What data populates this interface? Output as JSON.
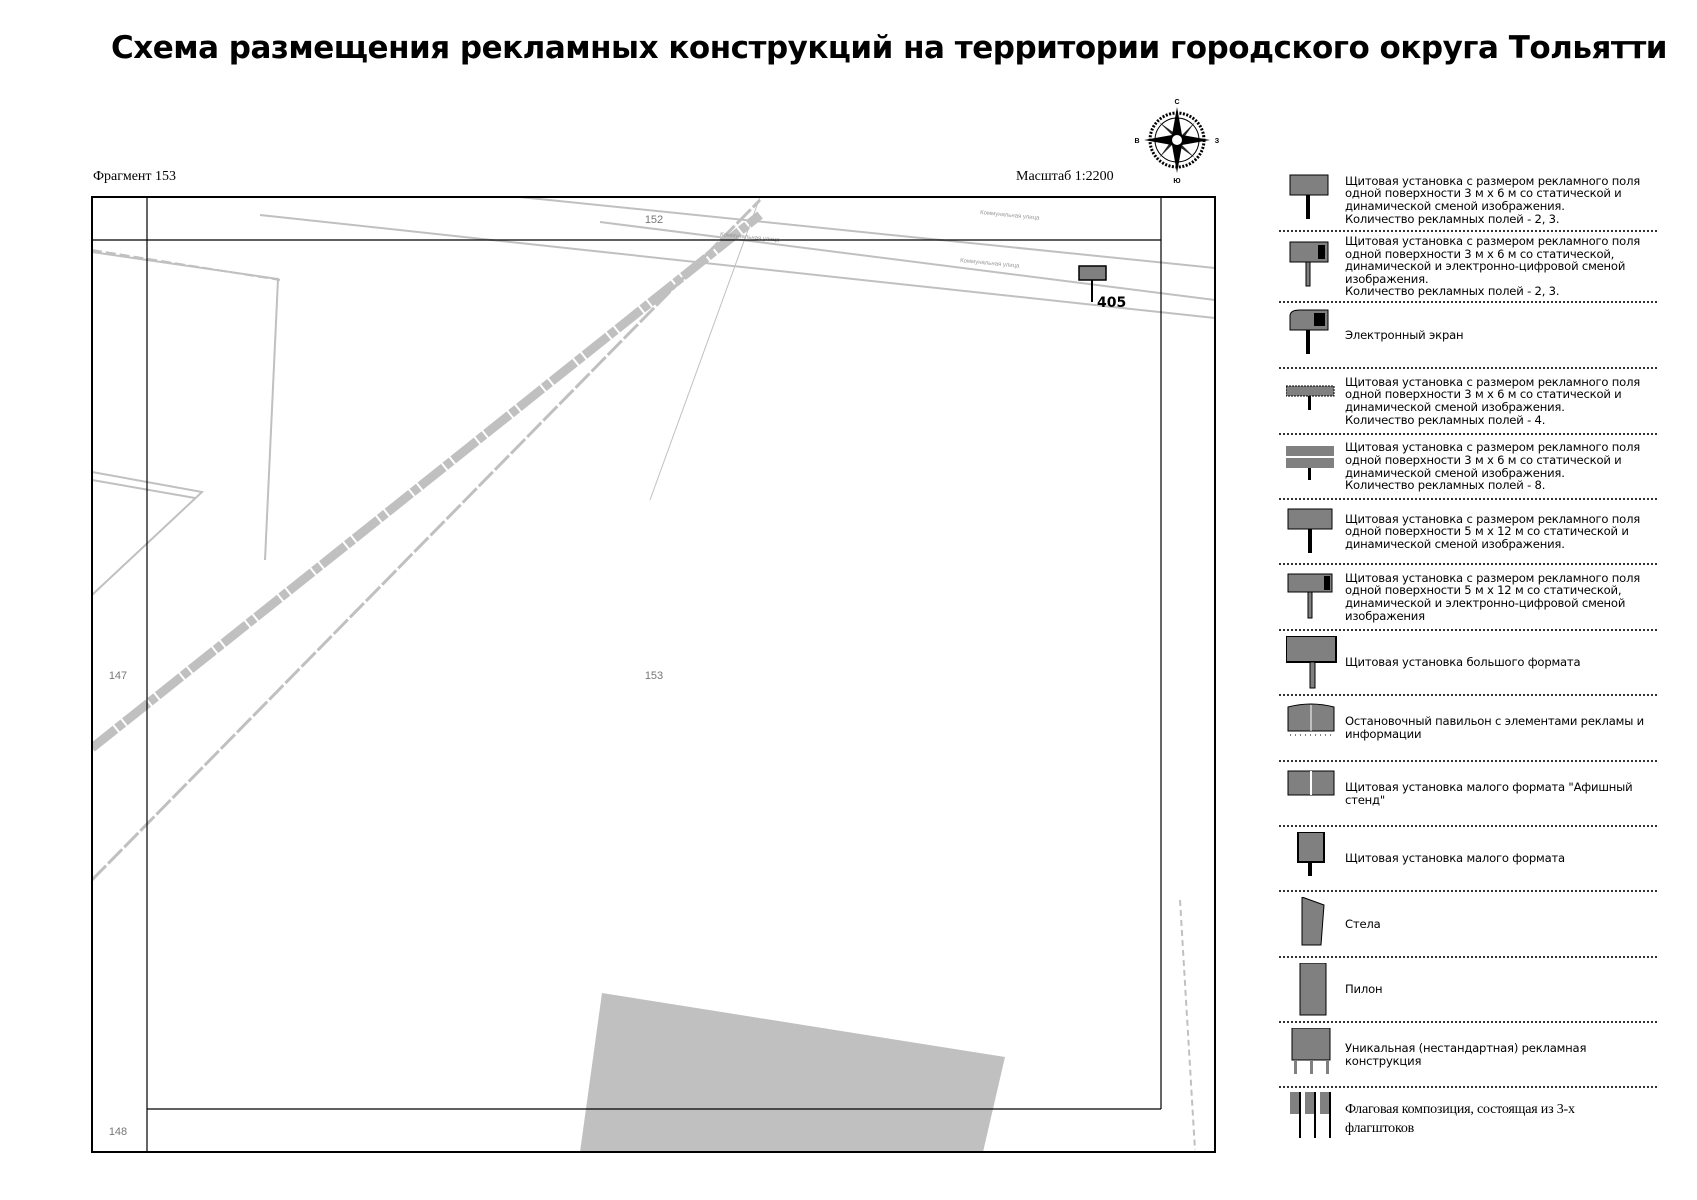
{
  "title": "Схема размещения рекламных конструкций на территории городского округа Тольятти",
  "fragment_label": "Фрагмент 153",
  "scale_label": "Масштаб 1:2200",
  "compass": {
    "icon": "compass-rose-icon",
    "n": "С",
    "s": "Ю",
    "w": "В",
    "e": "З"
  },
  "map": {
    "sheet_labels": [
      "152",
      "153",
      "147",
      "148"
    ],
    "street_label": "Коммунальная улица",
    "sign": {
      "id": "405",
      "type": "billboard-3x6"
    },
    "colors": {
      "features": "#c0c0c0",
      "frame": "#000000",
      "sign": "#808080"
    }
  },
  "legend": [
    {
      "icon": "billboard-3x6-icon",
      "text": "Щитовая установка с размером рекламного поля\nодной поверхности 3 м х 6 м со статической и\nдинамической сменой изображения.\nКоличество рекламных полей - 2, 3."
    },
    {
      "icon": "billboard-3x6-digital-icon",
      "text": "Щитовая установка с размером рекламного поля\nодной поверхности 3 м х 6 м со статической,\nдинамической и электронно-цифровой сменой\nизображения.\nКоличество рекламных полей - 2, 3."
    },
    {
      "icon": "electronic-screen-icon",
      "text": "Электронный экран"
    },
    {
      "icon": "billboard-4-fields-icon",
      "text": "Щитовая установка с размером рекламного поля\nодной поверхности 3 м х 6 м со статической и\nдинамической сменой изображения.\nКоличество рекламных полей - 4."
    },
    {
      "icon": "billboard-8-fields-icon",
      "text": "Щитовая установка с размером рекламного поля\nодной поверхности 3 м х 6 м со статической и\nдинамической сменой изображения.\nКоличество рекламных полей - 8."
    },
    {
      "icon": "billboard-5x12-icon",
      "text": "Щитовая установка с размером рекламного поля\nодной поверхности 5 м х 12 м со статической и\nдинамической сменой изображения."
    },
    {
      "icon": "billboard-5x12-digital-icon",
      "text": "Щитовая установка с размером рекламного поля\nодной поверхности 5 м х 12 м со статической,\nдинамической и электронно-цифровой сменой\nизображения"
    },
    {
      "icon": "large-format-billboard-icon",
      "text": "Щитовая установка большого формата"
    },
    {
      "icon": "bus-stop-pavilion-icon",
      "text": "Остановочный павильон с элементами рекламы и\nинформации"
    },
    {
      "icon": "poster-stand-icon",
      "text": "Щитовая установка малого формата \"Афишный\nстенд\""
    },
    {
      "icon": "small-format-sign-icon",
      "text": "Щитовая установка малого формата"
    },
    {
      "icon": "stele-icon",
      "text": "Стела"
    },
    {
      "icon": "pylon-icon",
      "text": "Пилон"
    },
    {
      "icon": "unique-structure-icon",
      "text": "Уникальная (нестандартная) рекламная\nконструкция"
    },
    {
      "icon": "flag-composition-icon",
      "text": "Флаговая композиция, состоящая из 3-х\nфлагштоков"
    }
  ]
}
